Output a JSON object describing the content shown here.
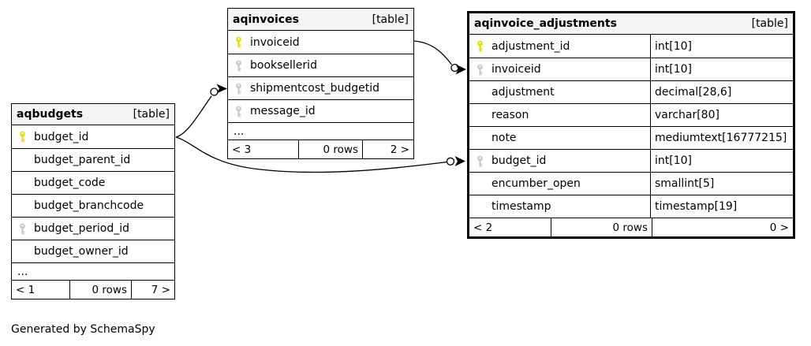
{
  "page": {
    "generated_note": "Generated by SchemaSpy"
  },
  "colors": {
    "header_bg": "#f4f4f4",
    "border": "#000000",
    "primary_key_icon": "#e3e300",
    "foreign_key_icon": "#c9c9c9",
    "line": "#000000"
  },
  "tables": [
    {
      "name": "aqbudgets",
      "badge": "[table]",
      "columns": [
        {
          "name": "budget_id",
          "key": "primary"
        },
        {
          "name": "budget_parent_id",
          "key": null
        },
        {
          "name": "budget_code",
          "key": null
        },
        {
          "name": "budget_branchcode",
          "key": null
        },
        {
          "name": "budget_period_id",
          "key": "foreign"
        },
        {
          "name": "budget_owner_id",
          "key": null
        }
      ],
      "ellipsis": "...",
      "footer": {
        "parents": "< 1",
        "rows": "0 rows",
        "children": "7 >"
      }
    },
    {
      "name": "aqinvoices",
      "badge": "[table]",
      "columns": [
        {
          "name": "invoiceid",
          "key": "primary"
        },
        {
          "name": "booksellerid",
          "key": "foreign"
        },
        {
          "name": "shipmentcost_budgetid",
          "key": "foreign"
        },
        {
          "name": "message_id",
          "key": "foreign"
        }
      ],
      "ellipsis": "...",
      "footer": {
        "parents": "< 3",
        "rows": "0 rows",
        "children": "2 >"
      }
    },
    {
      "name": "aqinvoice_adjustments",
      "badge": "[table]",
      "columns": [
        {
          "name": "adjustment_id",
          "key": "primary",
          "type": "int[10]"
        },
        {
          "name": "invoiceid",
          "key": "foreign",
          "type": "int[10]"
        },
        {
          "name": "adjustment",
          "key": null,
          "type": "decimal[28,6]"
        },
        {
          "name": "reason",
          "key": null,
          "type": "varchar[80]"
        },
        {
          "name": "note",
          "key": null,
          "type": "mediumtext[16777215]"
        },
        {
          "name": "budget_id",
          "key": "foreign",
          "type": "int[10]"
        },
        {
          "name": "encumber_open",
          "key": null,
          "type": "smallint[5]"
        },
        {
          "name": "timestamp",
          "key": null,
          "type": "timestamp[19]"
        }
      ],
      "footer": {
        "parents": "< 2",
        "rows": "0 rows",
        "children": "0 >"
      }
    }
  ],
  "relationships": [
    {
      "from": "aqbudgets.budget_id",
      "to": "aqinvoices.shipmentcost_budgetid"
    },
    {
      "from": "aqinvoices.invoiceid",
      "to": "aqinvoice_adjustments.invoiceid"
    },
    {
      "from": "aqbudgets.budget_id",
      "to": "aqinvoice_adjustments.budget_id"
    }
  ]
}
